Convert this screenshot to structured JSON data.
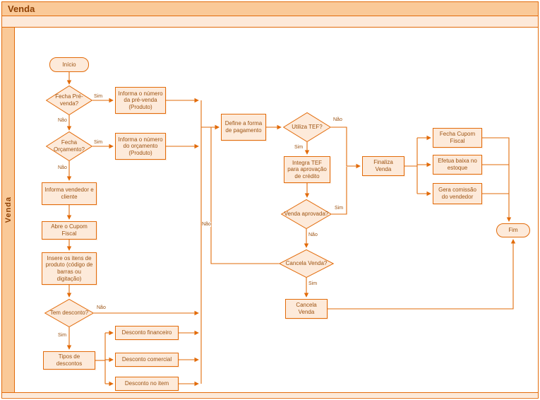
{
  "header": {
    "title": "Venda"
  },
  "lane": {
    "label": "Venda"
  },
  "colors": {
    "accent": "#E26B0A",
    "band1": "#FAC998",
    "band2": "#FDE9D9",
    "node-fill": "#FDEADA",
    "title-text": "#8F4105",
    "node-text": "#9C5312"
  },
  "edge_labels": {
    "yes": "Sim",
    "no": "Não"
  },
  "nodes": {
    "inicio": {
      "label": "Início",
      "type": "start"
    },
    "q_prevenda": {
      "label": "Fecha Pré-venda?",
      "type": "decision"
    },
    "p_num_prevenda": {
      "label": "Informa o número da pré-venda (Produto)",
      "type": "process"
    },
    "q_orcamento": {
      "label": "Fecha Orçamento?",
      "type": "decision"
    },
    "p_num_orcamento": {
      "label": "Informa o número do orçamento (Produto)",
      "type": "process"
    },
    "p_vendedor": {
      "label": "Informa vendedor e cliente",
      "type": "process"
    },
    "p_cupom": {
      "label": "Abre o Cupom Fiscal",
      "type": "process"
    },
    "p_itens": {
      "label": "Insere os itens de produto (código de barras ou digitação)",
      "type": "process"
    },
    "q_desconto": {
      "label": "Tem desconto?",
      "type": "decision"
    },
    "p_tipos_desconto": {
      "label": "Tipos de descontos",
      "type": "process"
    },
    "p_desc_financeiro": {
      "label": "Desconto financeiro",
      "type": "process"
    },
    "p_desc_comercial": {
      "label": "Desconto comercial",
      "type": "process"
    },
    "p_desc_item": {
      "label": "Desconto no item",
      "type": "process"
    },
    "p_pagamento": {
      "label": "Define a forma de pagamento",
      "type": "process"
    },
    "q_tef": {
      "label": "Utiliza TEF?",
      "type": "decision"
    },
    "p_integra_tef": {
      "label": "Integra TEF para aprovação de crédito",
      "type": "process"
    },
    "q_aprovada": {
      "label": "Venda aprovada?",
      "type": "decision"
    },
    "q_cancela": {
      "label": "Cancela Venda?",
      "type": "decision"
    },
    "p_cancela_venda": {
      "label": "Cancela Venda",
      "type": "process"
    },
    "p_finaliza": {
      "label": "Finaliza Venda",
      "type": "process"
    },
    "p_fecha_cupom": {
      "label": "Fecha Cupom Fiscal",
      "type": "process"
    },
    "p_baixa_estoque": {
      "label": "Efetua baixa no estoque",
      "type": "process"
    },
    "p_comissao": {
      "label": "Gera comissão do vendedor",
      "type": "process"
    },
    "fim": {
      "label": "Fim",
      "type": "end"
    }
  }
}
